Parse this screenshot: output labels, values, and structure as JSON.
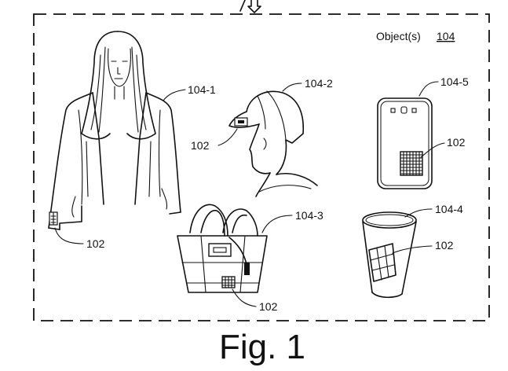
{
  "labels": {
    "object_group": "Object(s)",
    "object_group_ref": "104",
    "jacket": "104-1",
    "cap": "104-2",
    "bag": "104-3",
    "cup": "104-4",
    "phone": "104-5",
    "patch_jacket": "102",
    "patch_cap": "102",
    "patch_bag": "102",
    "patch_cup": "102",
    "patch_phone": "102"
  },
  "caption": "Fig. 1"
}
